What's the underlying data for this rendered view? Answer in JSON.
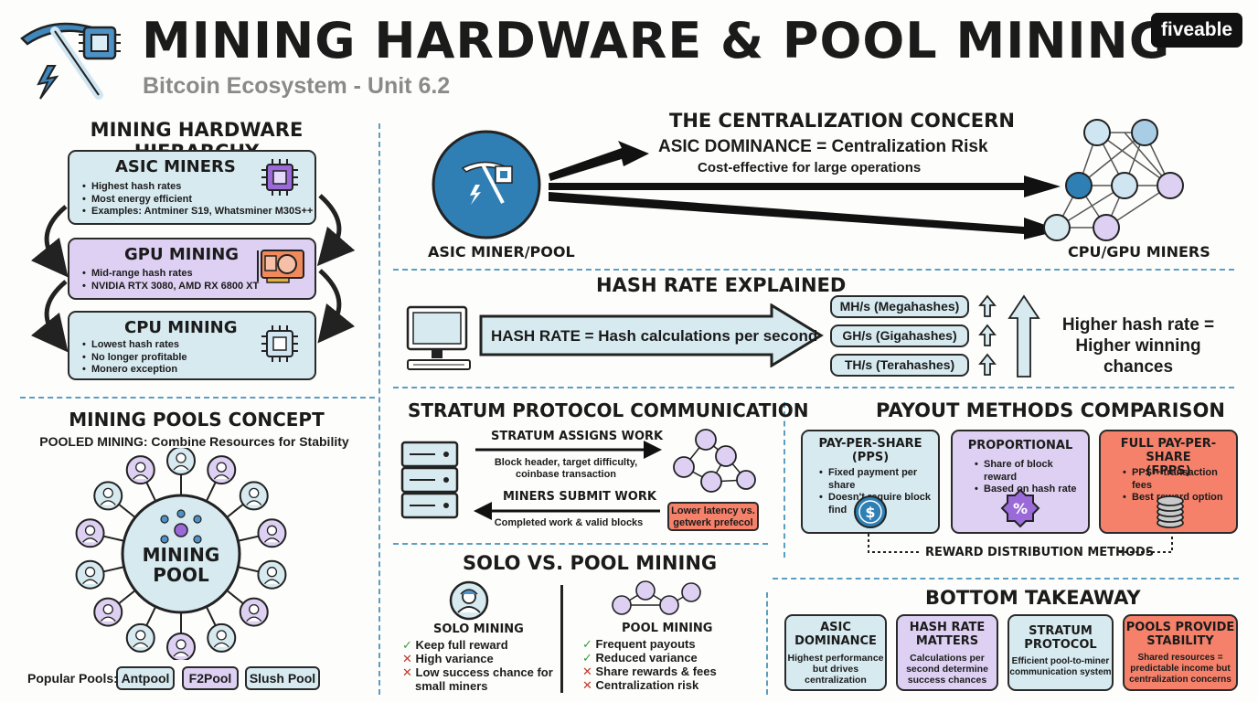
{
  "header": {
    "title": "MINING HARDWARE & POOL MINING",
    "subtitle": "Bitcoin Ecosystem - Unit 6.2",
    "logo": "fiveable"
  },
  "hierarchy": {
    "heading": "MINING HARDWARE HIERARCHY",
    "asic": {
      "title": "ASIC MINERS",
      "bullets": [
        "Highest hash rates",
        "Most energy efficient",
        "Examples: Antminer S19, Whatsminer M30S++"
      ]
    },
    "gpu": {
      "title": "GPU MINING",
      "bullets": [
        "Mid-range hash rates",
        "NVIDIA RTX 3080, AMD RX 6800 XT"
      ]
    },
    "cpu": {
      "title": "CPU MINING",
      "bullets": [
        "Lowest hash rates",
        "No longer profitable",
        "Monero exception"
      ]
    }
  },
  "pools": {
    "heading": "MINING POOLS CONCEPT",
    "subheading": "POOLED MINING: Combine Resources for Stability",
    "center_label_1": "MINING",
    "center_label_2": "POOL",
    "popular_label": "Popular Pools:",
    "popular": [
      "Antpool",
      "F2Pool",
      "Slush Pool"
    ]
  },
  "centralization": {
    "heading": "THE CENTRALIZATION CONCERN",
    "line1": "ASIC DOMINANCE = Centralization Risk",
    "line2": "Cost-effective for large operations",
    "left_label": "ASIC MINER/POOL",
    "right_label": "CPU/GPU MINERS"
  },
  "hashrate": {
    "heading": "HASH RATE EXPLAINED",
    "arrow_text": "HASH RATE = Hash calculations per second",
    "units": [
      "MH/s (Megahashes)",
      "GH/s (Gigahashes)",
      "TH/s (Terahashes)"
    ],
    "note1": "Higher hash rate =",
    "note2": "Higher winning chances"
  },
  "stratum": {
    "heading": "STRATUM PROTOCOL COMMUNICATION",
    "assigns": "STRATUM ASSIGNS WORK",
    "assigns_detail_1": "Block header, target difficulty,",
    "assigns_detail_2": "coinbase transaction",
    "submit": "MINERS SUBMIT WORK",
    "submit_detail": "Completed work & valid blocks",
    "latency_1": "Lower latency vs.",
    "latency_2": "getwerk prefecol"
  },
  "payout": {
    "heading": "PAYOUT METHODS COMPARISON",
    "pps": {
      "title_1": "PAY-PER-SHARE",
      "title_2": "(PPS)",
      "bullets": [
        "Fixed payment per share",
        "Doesn't require block find"
      ]
    },
    "prop": {
      "title": "PROPORTIONAL",
      "bullets": [
        "Share of block reward",
        "Based on hash rate"
      ]
    },
    "fpps": {
      "title_1": "FULL PAY-PER-SHARE",
      "title_2": "(FPPS)",
      "bullets": [
        "PPS + transaction fees",
        "Best reward option"
      ]
    },
    "footer": "REWARD DISTRIBUTION METHODS"
  },
  "solo_pool": {
    "heading": "SOLO VS. POOL MINING",
    "solo": {
      "title": "SOLO MINING",
      "pros": [
        "Keep full reward"
      ],
      "cons": [
        "High variance",
        "Low success chance for",
        "small miners"
      ]
    },
    "pool": {
      "title": "POOL MINING",
      "pros": [
        "Frequent payouts",
        "Reduced variance"
      ],
      "cons": [
        "Share rewards & fees",
        "Centralization risk"
      ]
    }
  },
  "takeaway": {
    "heading": "BOTTOM TAKEAWAY",
    "cards": [
      {
        "t1": "ASIC",
        "t2": "DOMINANCE",
        "d1": "Highest performance",
        "d2": "but drives",
        "d3": "centralization"
      },
      {
        "t1": "HASH RATE",
        "t2": "MATTERS",
        "d1": "Calculations per",
        "d2": "second determine",
        "d3": "success chances"
      },
      {
        "t1": "STRATUM",
        "t2": "PROTOCOL",
        "d1": "Efficient pool-to-miner",
        "d2": "communication system",
        "d3": ""
      },
      {
        "t1": "POOLS PROVIDE",
        "t2": "STABILITY",
        "d1": "Shared resources =",
        "d2": "predictable income but",
        "d3": "centralization concerns"
      }
    ]
  },
  "icons": {
    "pickaxe": "pickaxe-chip-icon",
    "chip": "chip-icon",
    "gpu": "gpu-card-icon",
    "monitor": "computer-icon",
    "server": "server-icon",
    "network": "network-icon",
    "user": "miner-user-icon",
    "dollar": "dollar-coin-icon",
    "percent": "percent-badge-icon",
    "coins": "coin-stack-icon"
  },
  "colors": {
    "blue_card": "#d6eaf0",
    "purple_card": "#ddd0f2",
    "orange_card": "#f5816a",
    "accent_blue": "#2f7fb5",
    "divider": "#5a9ec2"
  }
}
